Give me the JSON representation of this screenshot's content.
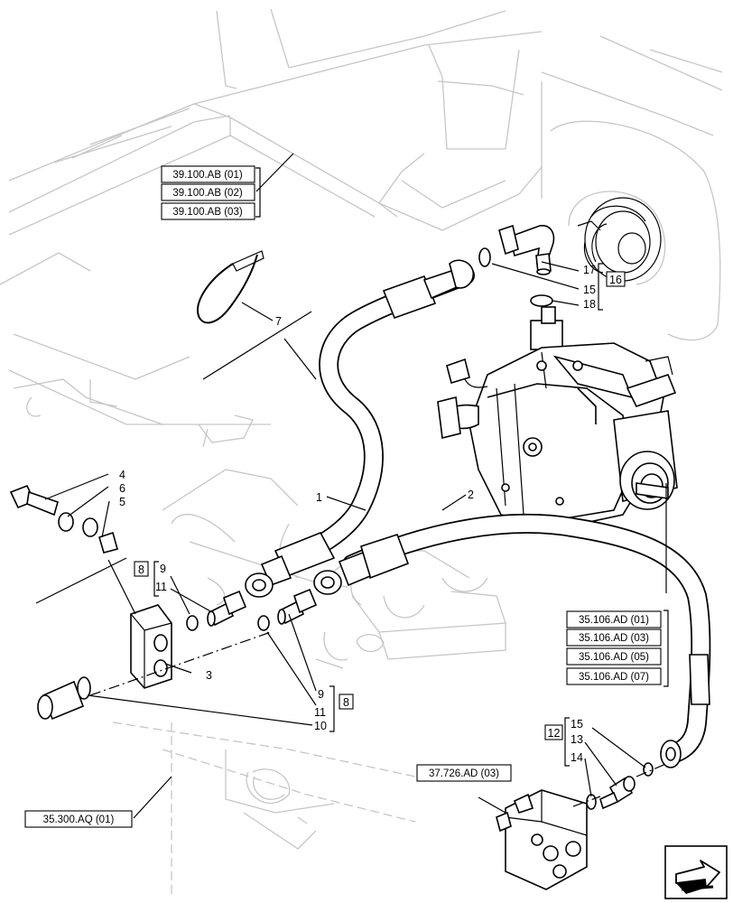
{
  "callouts": {
    "ref_39_100_ab_01": "39.100.AB (01)",
    "ref_39_100_ab_02": "39.100.AB (02)",
    "ref_39_100_ab_03": "39.100.AB (03)",
    "ref_35_106_ad_01": "35.106.AD (01)",
    "ref_35_106_ad_03": "35.106.AD (03)",
    "ref_35_106_ad_05": "35.106.AD (05)",
    "ref_35_106_ad_07": "35.106.AD (07)",
    "ref_37_726_ad_03": "37.726.AD (03)",
    "ref_35_300_aq_01": "35.300.AQ (01)"
  },
  "item_numbers": {
    "n1": "1",
    "n2": "2",
    "n3": "3",
    "n4": "4",
    "n5": "5",
    "n6": "6",
    "n7": "7",
    "n9a": "9",
    "n11a": "11",
    "n9b": "9",
    "n11b": "11",
    "n10": "10",
    "n13": "13",
    "n14": "14",
    "n15a": "15",
    "n15b": "15",
    "n17": "17",
    "n18": "18"
  },
  "kit_boxes": {
    "kit_8a": "8",
    "kit_8b": "8",
    "kit_12": "12",
    "kit_16": "16"
  },
  "navigation": {
    "icon": "next-page-arrow-icon"
  }
}
